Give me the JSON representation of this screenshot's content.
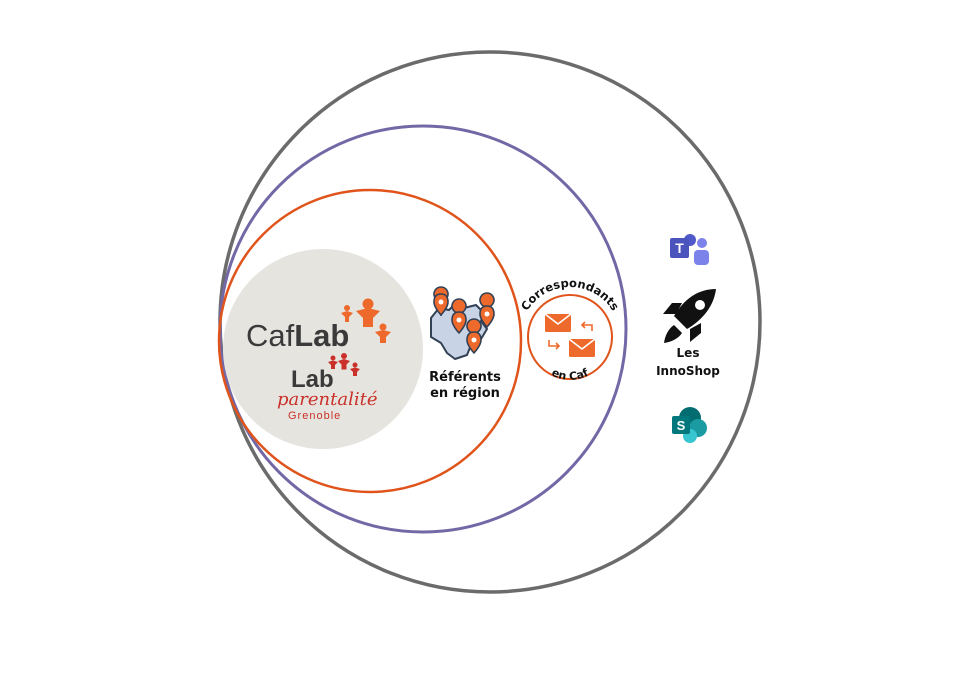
{
  "caflab": {
    "caf": "Caf",
    "lab": "Lab"
  },
  "lab_parentalite": {
    "lab": "Lab",
    "parentalite": "parentalité",
    "city": "Grenoble"
  },
  "referents": {
    "line1": "Référents",
    "line2": "en région"
  },
  "correspondants": {
    "top": "Correspondants",
    "bottom": "en Caf"
  },
  "innoshop": {
    "line1": "Les",
    "line2": "InnoShop"
  },
  "icons": {
    "teams": "teams-icon",
    "rocket": "rocket-icon",
    "sharepoint": "sharepoint-icon",
    "map": "map-pins-icon",
    "mail": "mail-exchange-icon"
  },
  "colors": {
    "outer_ring": "#6b6b6b",
    "middle_ring": "#7367a6",
    "inner_ring": "#e0541b",
    "core_disc": "#e6e4df",
    "brand_orange": "#ee6a2c",
    "brand_dark": "#3a3a3a",
    "parentalite_red": "#c9312a",
    "teams_purple": "#5059c9",
    "sharepoint_teal": "#0b7a75"
  }
}
